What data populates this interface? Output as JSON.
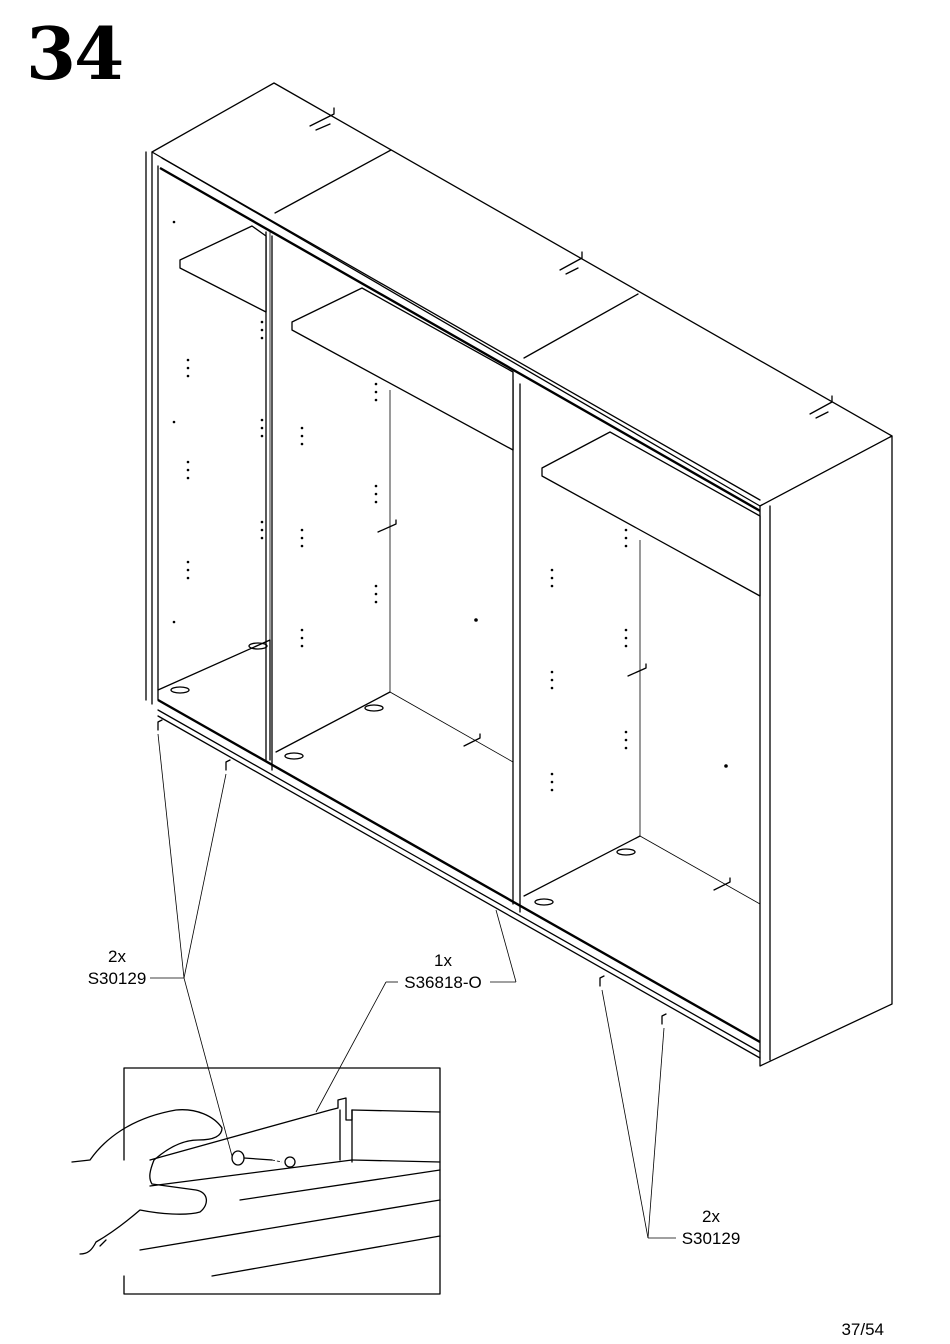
{
  "step": {
    "number": "34"
  },
  "callouts": {
    "screws_left": {
      "qty": "2x",
      "part": "S30129"
    },
    "rail": {
      "qty": "1x",
      "part": "S36818-O"
    },
    "screws_right": {
      "qty": "2x",
      "part": "S30129"
    }
  },
  "page": {
    "label": "37/54"
  }
}
